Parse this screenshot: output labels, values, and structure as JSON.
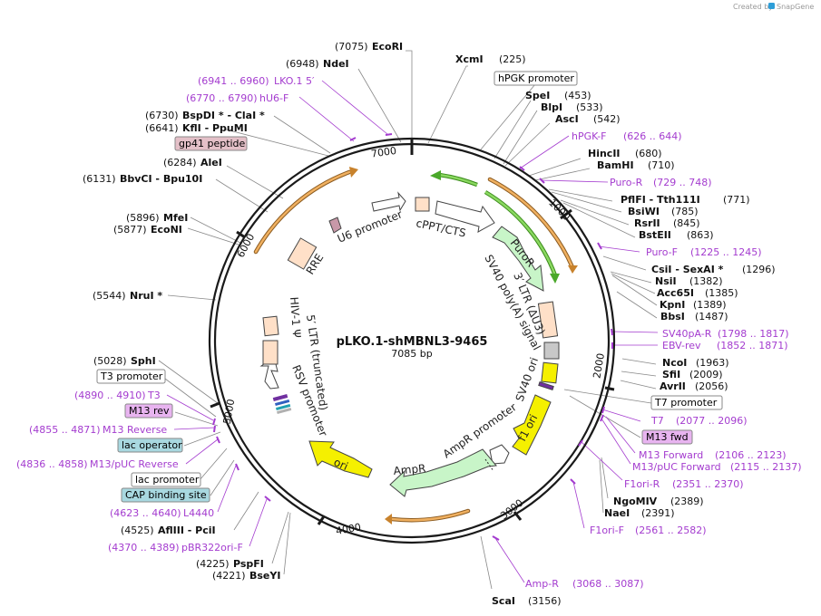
{
  "credit": {
    "prefix": "Created by",
    "brand": "SnapGene"
  },
  "plasmid": {
    "name": "pLKO.1-shMBNL3-9465",
    "length_label": "7085 bp"
  },
  "ticks": [
    "1000",
    "2000",
    "3000",
    "4000",
    "5000",
    "6000",
    "7000"
  ],
  "features": {
    "u6": "U6 promoter",
    "cppt": "cPPT/CTS",
    "puro": "PuroR",
    "sv40polya": "SV40 poly(A) signal",
    "ltr3": "3′ LTR (ΔU3)",
    "sv40ori": "SV40 ori",
    "f1ori": "f1 ori",
    "amppromoter": "AmpR promoter",
    "ampr": "AmpR",
    "ori": "ori",
    "rsv": "RSV promoter",
    "ltr5": "5′ LTR (truncated)",
    "hivpsi": "HIV-1 Ψ",
    "rre": "RRE"
  },
  "boxes": {
    "hpgk": "hPGK promoter",
    "gp41": "gp41 peptide",
    "t3": "T3 promoter",
    "m13rev": "M13 rev",
    "lacop": "lac operator",
    "lacprom": "lac promoter",
    "cap": "CAP binding site",
    "t7prom": "T7 promoter",
    "m13fwd": "M13 fwd"
  },
  "labels": {
    "ecori_n": "(7075)",
    "ecori": "EcoRI",
    "ndei_n": "(6948)",
    "ndei": "NdeI",
    "lko1_r": "(6941 .. 6960)",
    "lko1": "LKO.1 5′",
    "hu6f_r": "(6770 .. 6790)",
    "hu6f": "hU6-F",
    "bspdi_n": "(6730)",
    "bspdi": "BspDI * - ClaI *",
    "kfli_n": "(6641)",
    "kfli": "KflI - PpuMI",
    "alei_n": "(6284)",
    "alei": "AleI",
    "bbvci_n": "(6131)",
    "bbvci": "BbvCI - Bpu10I",
    "mfei_n": "(5896)",
    "mfei": "MfeI",
    "econi_n": "(5877)",
    "econi": "EcoNI",
    "nrui_n": "(5544)",
    "nrui": "NruI *",
    "sphi_n": "(5028)",
    "sphi": "SphI",
    "t3_r": "(4890 .. 4910)",
    "t3": "T3",
    "m13reverse_r": "(4855 .. 4871)",
    "m13reverse": "M13 Reverse",
    "m13pucrev_r": "(4836 .. 4858)",
    "m13pucrev": "M13/pUC Reverse",
    "l4440_r": "(4623 .. 4640)",
    "l4440": "L4440",
    "afliii_n": "(4525)",
    "afliii": "AflIII - PciI",
    "pbr_r": "(4370 .. 4389)",
    "pbr": "pBR322ori-F",
    "pspfi_n": "(4225)",
    "pspfi": "PspFI",
    "bseyi_n": "(4221)",
    "bseyi": "BseYI",
    "xcmi": "XcmI",
    "xcmi_n": "(225)",
    "spei": "SpeI",
    "spei_n": "(453)",
    "blpi": "BlpI",
    "blpi_n": "(533)",
    "asci": "AscI",
    "asci_n": "(542)",
    "hpgkf": "hPGK-F",
    "hpgkf_r": "(626 .. 644)",
    "hincii": "HincII",
    "hincii_n": "(680)",
    "bamhi": "BamHI",
    "bamhi_n": "(710)",
    "puror_p": "Puro-R",
    "puror_r": "(729 .. 748)",
    "pflfi": "PflFI - Tth111I",
    "pflfi_n": "(771)",
    "bsiwi": "BsiWI",
    "bsiwi_n": "(785)",
    "rsrii": "RsrII",
    "rsrii_n": "(845)",
    "bsteii": "BstEII",
    "bsteii_n": "(863)",
    "purof": "Puro-F",
    "purof_r": "(1225 .. 1245)",
    "csii": "CsiI - SexAI *",
    "csii_n": "(1296)",
    "nsii": "NsiI",
    "nsii_n": "(1382)",
    "acc65i": "Acc65I",
    "acc65i_n": "(1385)",
    "kpni": "KpnI",
    "kpni_n": "(1389)",
    "bbsi": "BbsI",
    "bbsi_n": "(1487)",
    "sv40par": "SV40pA-R",
    "sv40par_r": "(1798 .. 1817)",
    "ebvrev": "EBV-rev",
    "ebvrev_r": "(1852 .. 1871)",
    "ncoi": "NcoI",
    "ncoi_n": "(1963)",
    "sfii": "SfiI",
    "sfii_n": "(2009)",
    "avrii": "AvrII",
    "avrii_n": "(2056)",
    "t7": "T7",
    "t7_r": "(2077 .. 2096)",
    "m13forward": "M13 Forward",
    "m13forward_r": "(2106 .. 2123)",
    "m13pucfwd": "M13/pUC Forward",
    "m13pucfwd_r": "(2115 .. 2137)",
    "f1orir": "F1ori-R",
    "f1orir_r": "(2351 .. 2370)",
    "ngomiv": "NgoMIV",
    "ngomiv_n": "(2389)",
    "naei": "NaeI",
    "naei_n": "(2391)",
    "f1orif": "F1ori-F",
    "f1orif_r": "(2561 .. 2582)",
    "ampr_p": "Amp-R",
    "ampr_r": "(3068 .. 3087)",
    "scai": "ScaI",
    "scai_n": "(3156)"
  },
  "colors": {
    "backbone": "#1a1a1a",
    "enzyme_line": "#888888",
    "primer": "#a43ccf",
    "promoter": "#ffffff",
    "ori": "#f5f000",
    "resistance": "#c8f5c8",
    "green_primer_arrow": "#5cbf2a",
    "orange_arrow": "#e8a040",
    "ltr": "#ffe0c8",
    "gp41": "#e4c0c8",
    "misc": "#c8c8c8",
    "box_blue": "#a8d8e0",
    "box_purple": "#e8b4f0"
  }
}
